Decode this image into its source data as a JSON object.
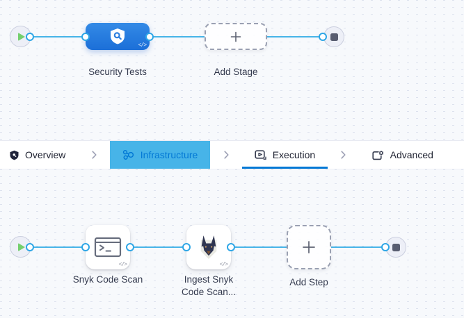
{
  "colors": {
    "canvas_bg": "#f7f9fc",
    "grid_dash": "#dde2ee",
    "connector": "#47b4e8",
    "port_ring": "#2ea6e6",
    "stage_blue_1": "#338ae6",
    "stage_blue_2": "#1c6fd8",
    "node_fill": "#edeff7",
    "node_border": "#cbcfdf",
    "play_green": "#74cf6e",
    "stop_grey": "#585d70",
    "dashed_border": "#9aa0b2",
    "label_text": "#343a4e",
    "tab_text": "#1e2130",
    "accent_blue": "#0278d5"
  },
  "stage_pipeline": {
    "start_icon": "play-icon",
    "end_icon": "stop-icon",
    "code_badge": "</>",
    "nodes": [
      {
        "label": "Security Tests",
        "icon": "shield-search-icon",
        "type": "security-stage"
      },
      {
        "label": "Add Stage",
        "icon": "plus-icon",
        "type": "add-button"
      }
    ]
  },
  "tab_bar": {
    "items": [
      {
        "label": "Overview",
        "icon": "shield-icon",
        "state": "default"
      },
      {
        "label": "Infrastructure",
        "icon": "cluster-icon",
        "state": "link"
      },
      {
        "label": "Execution",
        "icon": "play-box-icon",
        "state": "active"
      },
      {
        "label": "Advanced",
        "icon": "gear-box-icon",
        "state": "default"
      }
    ],
    "separator_icon": "chevron-right-icon"
  },
  "step_pipeline": {
    "start_icon": "play-icon",
    "end_icon": "stop-icon",
    "code_badge": "</>",
    "nodes": [
      {
        "label": "Snyk Code Scan",
        "icon": "terminal-icon",
        "type": "run-step"
      },
      {
        "label": "Ingest Snyk Code Scan...",
        "icon": "snyk-dog-icon",
        "type": "plugin-step"
      },
      {
        "label": "Add Step",
        "icon": "plus-icon",
        "type": "add-button"
      }
    ]
  }
}
